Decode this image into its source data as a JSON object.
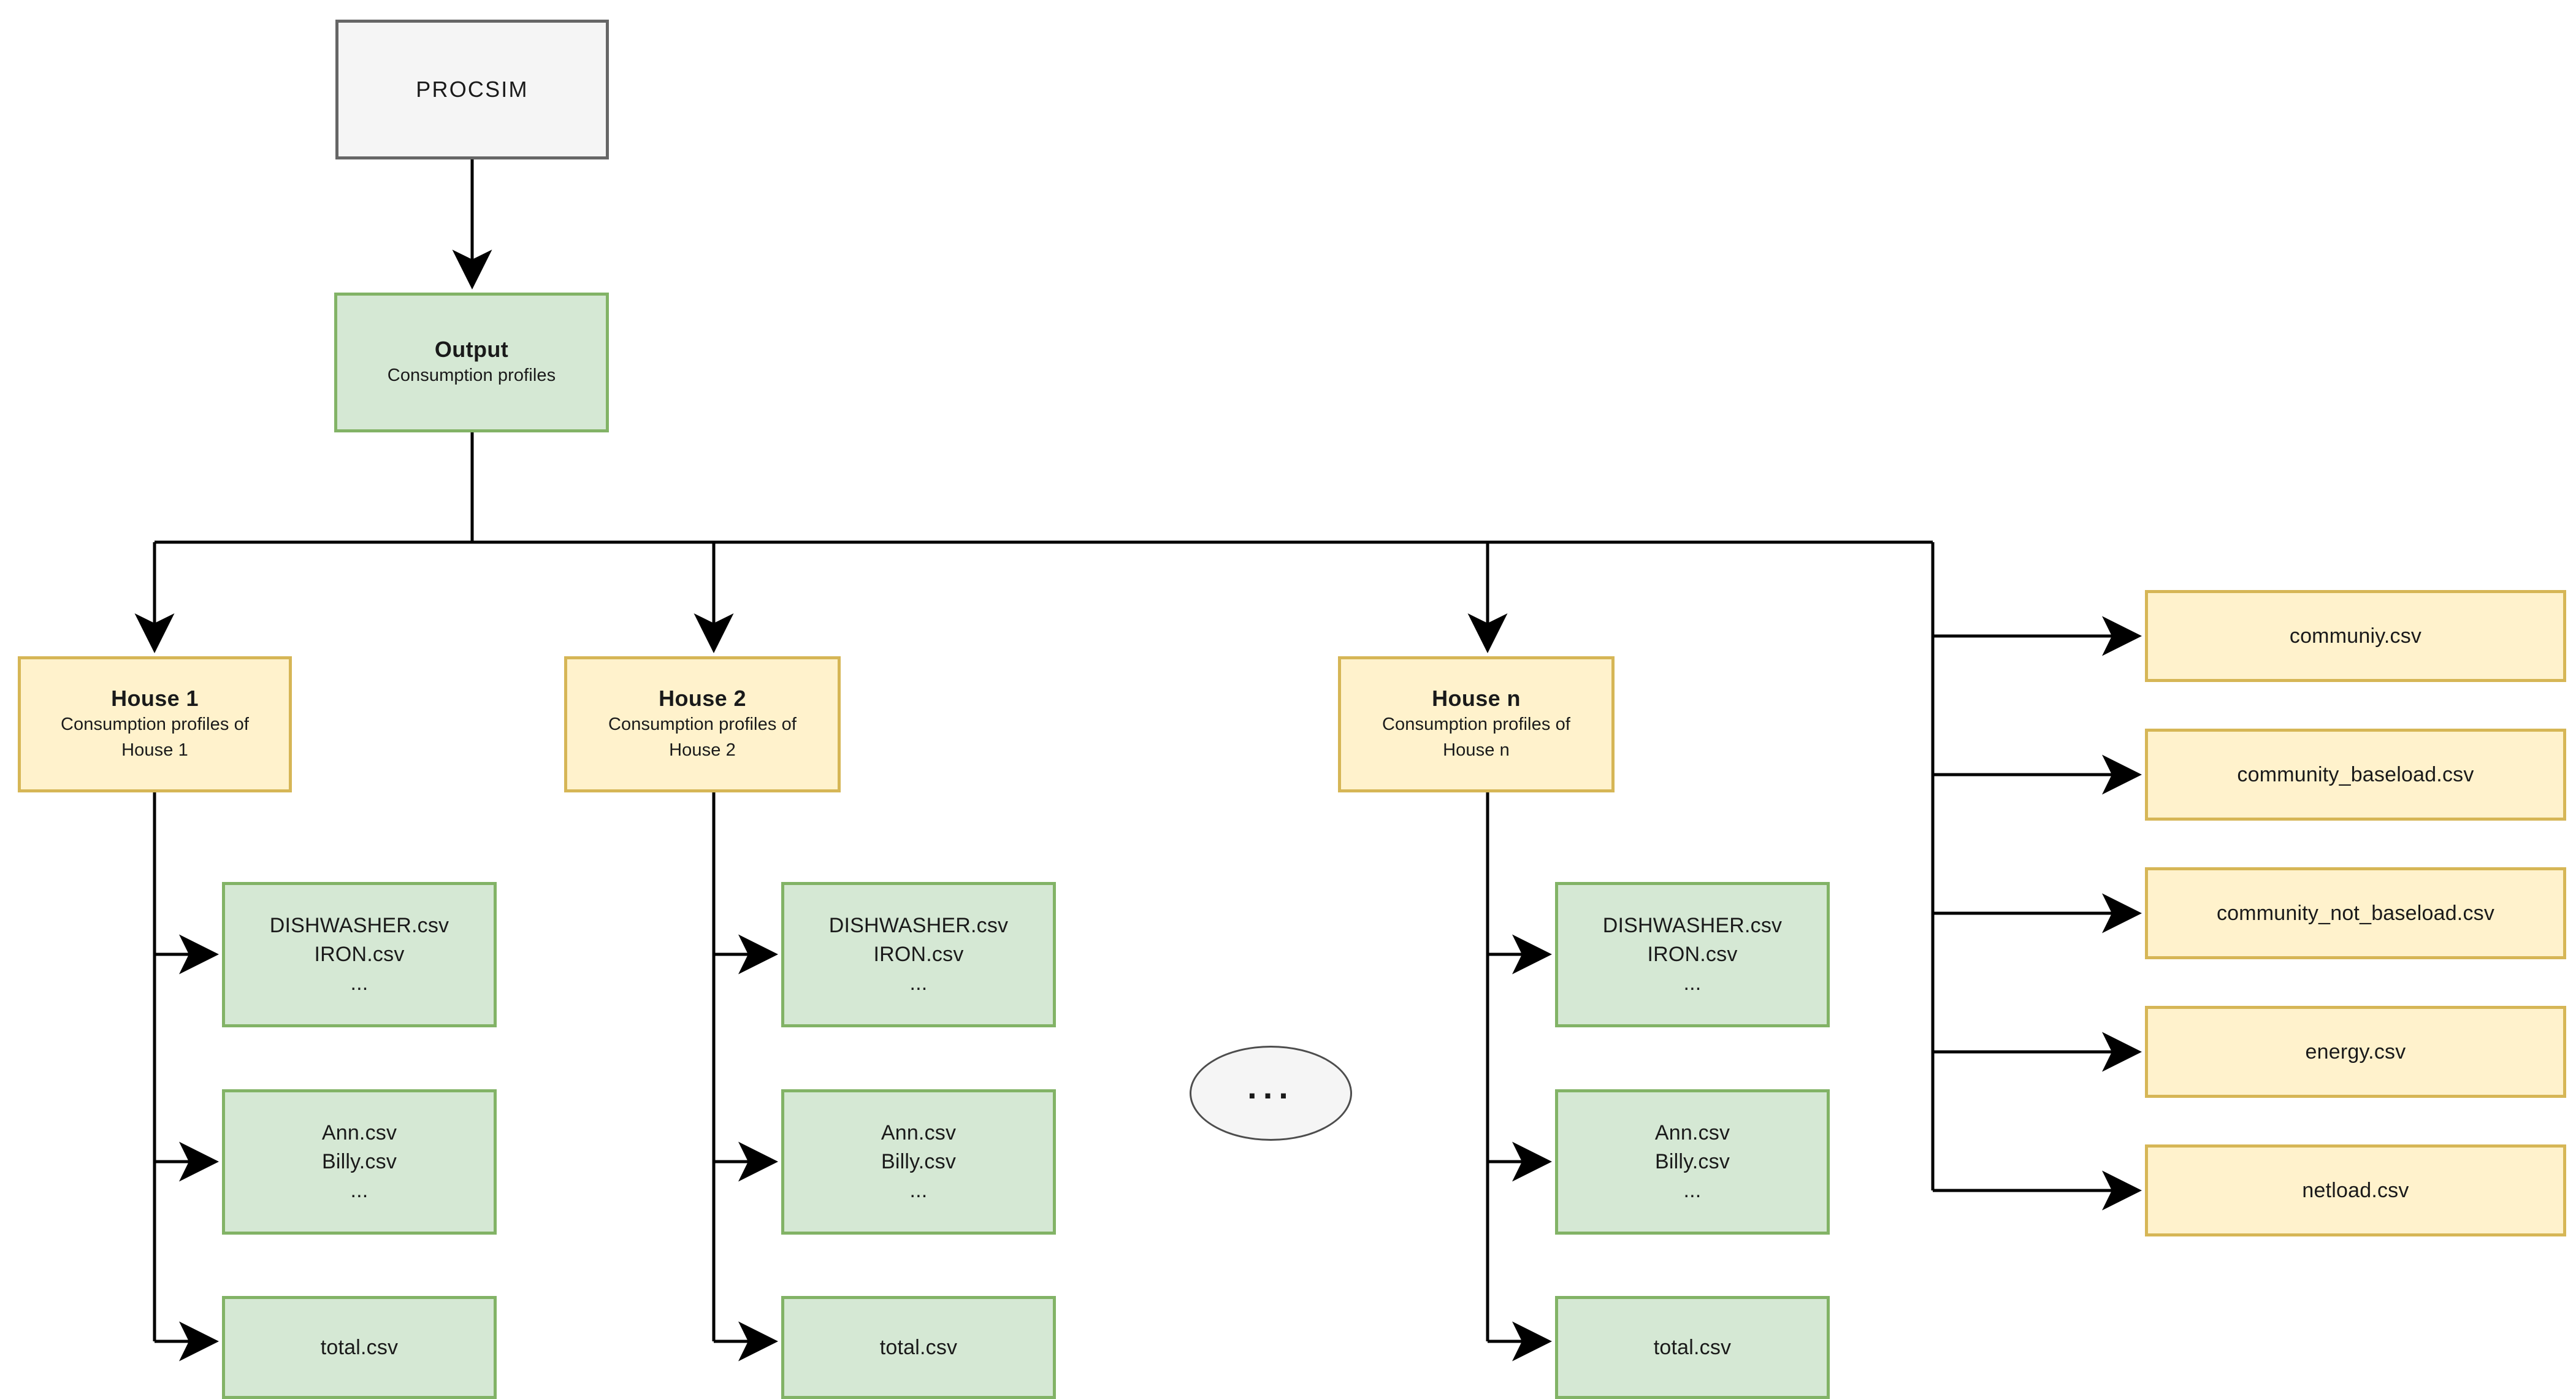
{
  "diagram": {
    "root": {
      "label": "PROCSIM"
    },
    "output": {
      "title": "Output",
      "subtitle": "Consumption profiles"
    },
    "houses": [
      {
        "title": "House 1",
        "subtitle": "Consumption profiles of\nHouse 1",
        "appliances": "DISHWASHER.csv\nIRON.csv\n...",
        "persons": "Ann.csv\nBilly.csv\n...",
        "total": "total.csv"
      },
      {
        "title": "House 2",
        "subtitle": "Consumption profiles of\nHouse 2",
        "appliances": "DISHWASHER.csv\nIRON.csv\n...",
        "persons": "Ann.csv\nBilly.csv\n...",
        "total": "total.csv"
      },
      {
        "title": "House n",
        "subtitle": "Consumption profiles of\nHouse n",
        "appliances": "DISHWASHER.csv\nIRON.csv\n...",
        "persons": "Ann.csv\nBilly.csv\n...",
        "total": "total.csv"
      }
    ],
    "continuation": {
      "label": "..."
    },
    "community_files": [
      {
        "label": "communiy.csv"
      },
      {
        "label": "community_baseload.csv"
      },
      {
        "label": "community_not_baseload.csv"
      },
      {
        "label": "energy.csv"
      },
      {
        "label": "netload.csv"
      }
    ],
    "colors": {
      "process_fill": "#f5f5f5",
      "process_border": "#666666",
      "green_fill": "#d5e8d4",
      "green_border": "#82b366",
      "yellow_fill": "#fff2cc",
      "yellow_border": "#d6b656",
      "edge": "#000000",
      "background": "#ffffff"
    }
  }
}
